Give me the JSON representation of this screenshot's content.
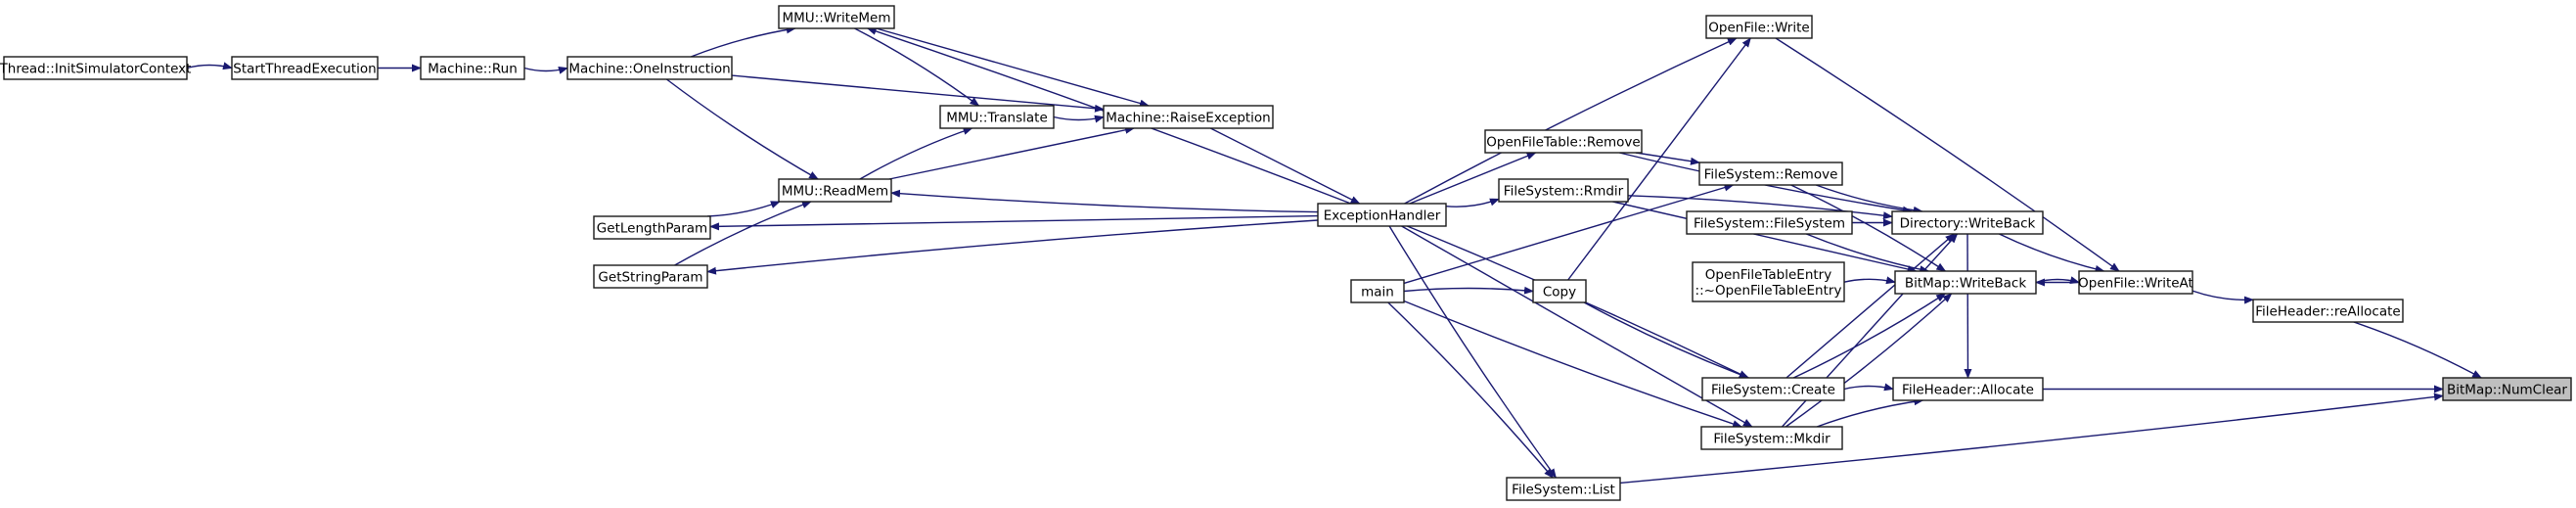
{
  "diagram": {
    "nodes": [
      {
        "id": "init_sim",
        "lines": [
          "Thread::InitSimulatorContext"
        ]
      },
      {
        "id": "start_thread",
        "lines": [
          "StartThreadExecution"
        ]
      },
      {
        "id": "machine_run",
        "lines": [
          "Machine::Run"
        ]
      },
      {
        "id": "one_instr",
        "lines": [
          "Machine::OneInstruction"
        ]
      },
      {
        "id": "mmu_writemem",
        "lines": [
          "MMU::WriteMem"
        ]
      },
      {
        "id": "mmu_translate",
        "lines": [
          "MMU::Translate"
        ]
      },
      {
        "id": "raise_exc",
        "lines": [
          "Machine::RaiseException"
        ]
      },
      {
        "id": "mmu_readmem",
        "lines": [
          "MMU::ReadMem"
        ]
      },
      {
        "id": "get_length",
        "lines": [
          "GetLengthParam"
        ]
      },
      {
        "id": "get_string",
        "lines": [
          "GetStringParam"
        ]
      },
      {
        "id": "exc_handler",
        "lines": [
          "ExceptionHandler"
        ]
      },
      {
        "id": "main",
        "lines": [
          "main"
        ]
      },
      {
        "id": "copy",
        "lines": [
          "Copy"
        ]
      },
      {
        "id": "fs_list",
        "lines": [
          "FileSystem::List"
        ]
      },
      {
        "id": "openfile_write",
        "lines": [
          "OpenFile::Write"
        ]
      },
      {
        "id": "oft_remove",
        "lines": [
          "OpenFileTable::Remove"
        ]
      },
      {
        "id": "fs_rmdir",
        "lines": [
          "FileSystem::Rmdir"
        ]
      },
      {
        "id": "fs_remove",
        "lines": [
          "FileSystem::Remove"
        ]
      },
      {
        "id": "fs_filesystem",
        "lines": [
          "FileSystem::FileSystem"
        ]
      },
      {
        "id": "ofte_dtor",
        "lines": [
          "OpenFileTableEntry",
          "::~OpenFileTableEntry"
        ]
      },
      {
        "id": "fs_create",
        "lines": [
          "FileSystem::Create"
        ]
      },
      {
        "id": "fs_mkdir",
        "lines": [
          "FileSystem::Mkdir"
        ]
      },
      {
        "id": "dir_writeback",
        "lines": [
          "Directory::WriteBack"
        ]
      },
      {
        "id": "bitmap_writeback",
        "lines": [
          "BitMap::WriteBack"
        ]
      },
      {
        "id": "fh_allocate",
        "lines": [
          "FileHeader::Allocate"
        ]
      },
      {
        "id": "openfile_writeat",
        "lines": [
          "OpenFile::WriteAt"
        ]
      },
      {
        "id": "fh_reallocate",
        "lines": [
          "FileHeader::reAllocate"
        ]
      },
      {
        "id": "bitmap_numclear",
        "lines": [
          "BitMap::NumClear"
        ]
      }
    ],
    "edges": [
      {
        "from": "init_sim",
        "to": "start_thread"
      },
      {
        "from": "start_thread",
        "to": "machine_run"
      },
      {
        "from": "machine_run",
        "to": "one_instr"
      },
      {
        "from": "one_instr",
        "to": "mmu_writemem"
      },
      {
        "from": "one_instr",
        "to": "raise_exc"
      },
      {
        "from": "one_instr",
        "to": "mmu_readmem"
      },
      {
        "from": "mmu_writemem",
        "to": "mmu_translate"
      },
      {
        "from": "mmu_writemem",
        "to": "raise_exc"
      },
      {
        "from": "mmu_translate",
        "to": "raise_exc"
      },
      {
        "from": "mmu_readmem",
        "to": "mmu_translate"
      },
      {
        "from": "mmu_readmem",
        "to": "raise_exc"
      },
      {
        "from": "get_length",
        "to": "mmu_readmem"
      },
      {
        "from": "get_string",
        "to": "mmu_readmem"
      },
      {
        "from": "raise_exc",
        "to": "exc_handler"
      },
      {
        "from": "exc_handler",
        "to": "mmu_writemem"
      },
      {
        "from": "exc_handler",
        "to": "mmu_readmem"
      },
      {
        "from": "exc_handler",
        "to": "get_length"
      },
      {
        "from": "exc_handler",
        "to": "get_string"
      },
      {
        "from": "exc_handler",
        "to": "openfile_write"
      },
      {
        "from": "exc_handler",
        "to": "oft_remove"
      },
      {
        "from": "exc_handler",
        "to": "fs_rmdir"
      },
      {
        "from": "exc_handler",
        "to": "fs_create"
      },
      {
        "from": "exc_handler",
        "to": "fs_mkdir"
      },
      {
        "from": "exc_handler",
        "to": "fs_list"
      },
      {
        "from": "main",
        "to": "copy"
      },
      {
        "from": "main",
        "to": "fs_remove"
      },
      {
        "from": "main",
        "to": "fs_mkdir"
      },
      {
        "from": "main",
        "to": "fs_list"
      },
      {
        "from": "copy",
        "to": "openfile_write"
      },
      {
        "from": "copy",
        "to": "fs_create"
      },
      {
        "from": "openfile_write",
        "to": "openfile_writeat"
      },
      {
        "from": "oft_remove",
        "to": "fs_remove"
      },
      {
        "from": "oft_remove",
        "to": "dir_writeback"
      },
      {
        "from": "fs_rmdir",
        "to": "dir_writeback"
      },
      {
        "from": "fs_rmdir",
        "to": "bitmap_writeback"
      },
      {
        "from": "fs_remove",
        "to": "dir_writeback"
      },
      {
        "from": "fs_remove",
        "to": "bitmap_writeback"
      },
      {
        "from": "fs_filesystem",
        "to": "dir_writeback"
      },
      {
        "from": "fs_filesystem",
        "to": "bitmap_writeback"
      },
      {
        "from": "ofte_dtor",
        "to": "bitmap_writeback"
      },
      {
        "from": "fs_create",
        "to": "dir_writeback"
      },
      {
        "from": "fs_create",
        "to": "bitmap_writeback"
      },
      {
        "from": "fs_create",
        "to": "fh_allocate"
      },
      {
        "from": "fs_mkdir",
        "to": "dir_writeback"
      },
      {
        "from": "fs_mkdir",
        "to": "bitmap_writeback"
      },
      {
        "from": "fs_mkdir",
        "to": "fh_allocate"
      },
      {
        "from": "dir_writeback",
        "to": "fh_allocate"
      },
      {
        "from": "dir_writeback",
        "to": "openfile_writeat"
      },
      {
        "from": "bitmap_writeback",
        "to": "openfile_writeat"
      },
      {
        "from": "openfile_writeat",
        "to": "bitmap_writeback"
      },
      {
        "from": "openfile_writeat",
        "to": "fh_reallocate"
      },
      {
        "from": "fh_reallocate",
        "to": "bitmap_numclear"
      },
      {
        "from": "fh_allocate",
        "to": "bitmap_numclear"
      },
      {
        "from": "fs_list",
        "to": "bitmap_numclear"
      }
    ]
  }
}
